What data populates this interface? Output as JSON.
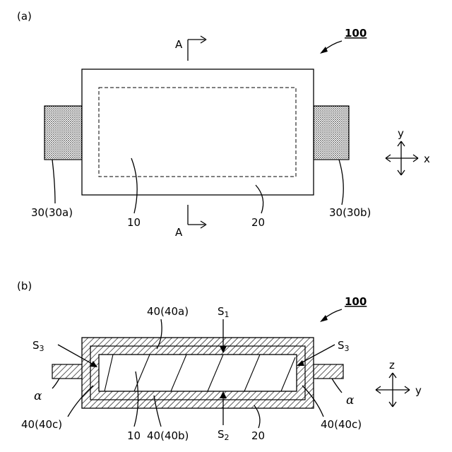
{
  "panel_a": {
    "panel_label": "(a)",
    "ref_number": "100",
    "section_marker_top": "A",
    "section_marker_bottom": "A",
    "label_tab_left": "30(30a)",
    "label_body": "10",
    "label_outer": "20",
    "label_tab_right": "30(30b)",
    "axis_x": "x",
    "axis_y": "y"
  },
  "panel_b": {
    "panel_label": "(b)",
    "ref_number": "100",
    "label_top_layer": "40(40a)",
    "label_s1": "S",
    "label_s1_sub": "1",
    "label_s3_left": "S",
    "label_s3_left_sub": "3",
    "label_s3_right": "S",
    "label_s3_right_sub": "3",
    "label_alpha_left": "α",
    "label_alpha_right": "α",
    "label_side_left": "40(40c)",
    "label_body": "10",
    "label_bottom_layer": "40(40b)",
    "label_s2": "S",
    "label_s2_sub": "2",
    "label_outer": "20",
    "label_side_right": "40(40c)",
    "axis_z": "z",
    "axis_y": "y"
  }
}
